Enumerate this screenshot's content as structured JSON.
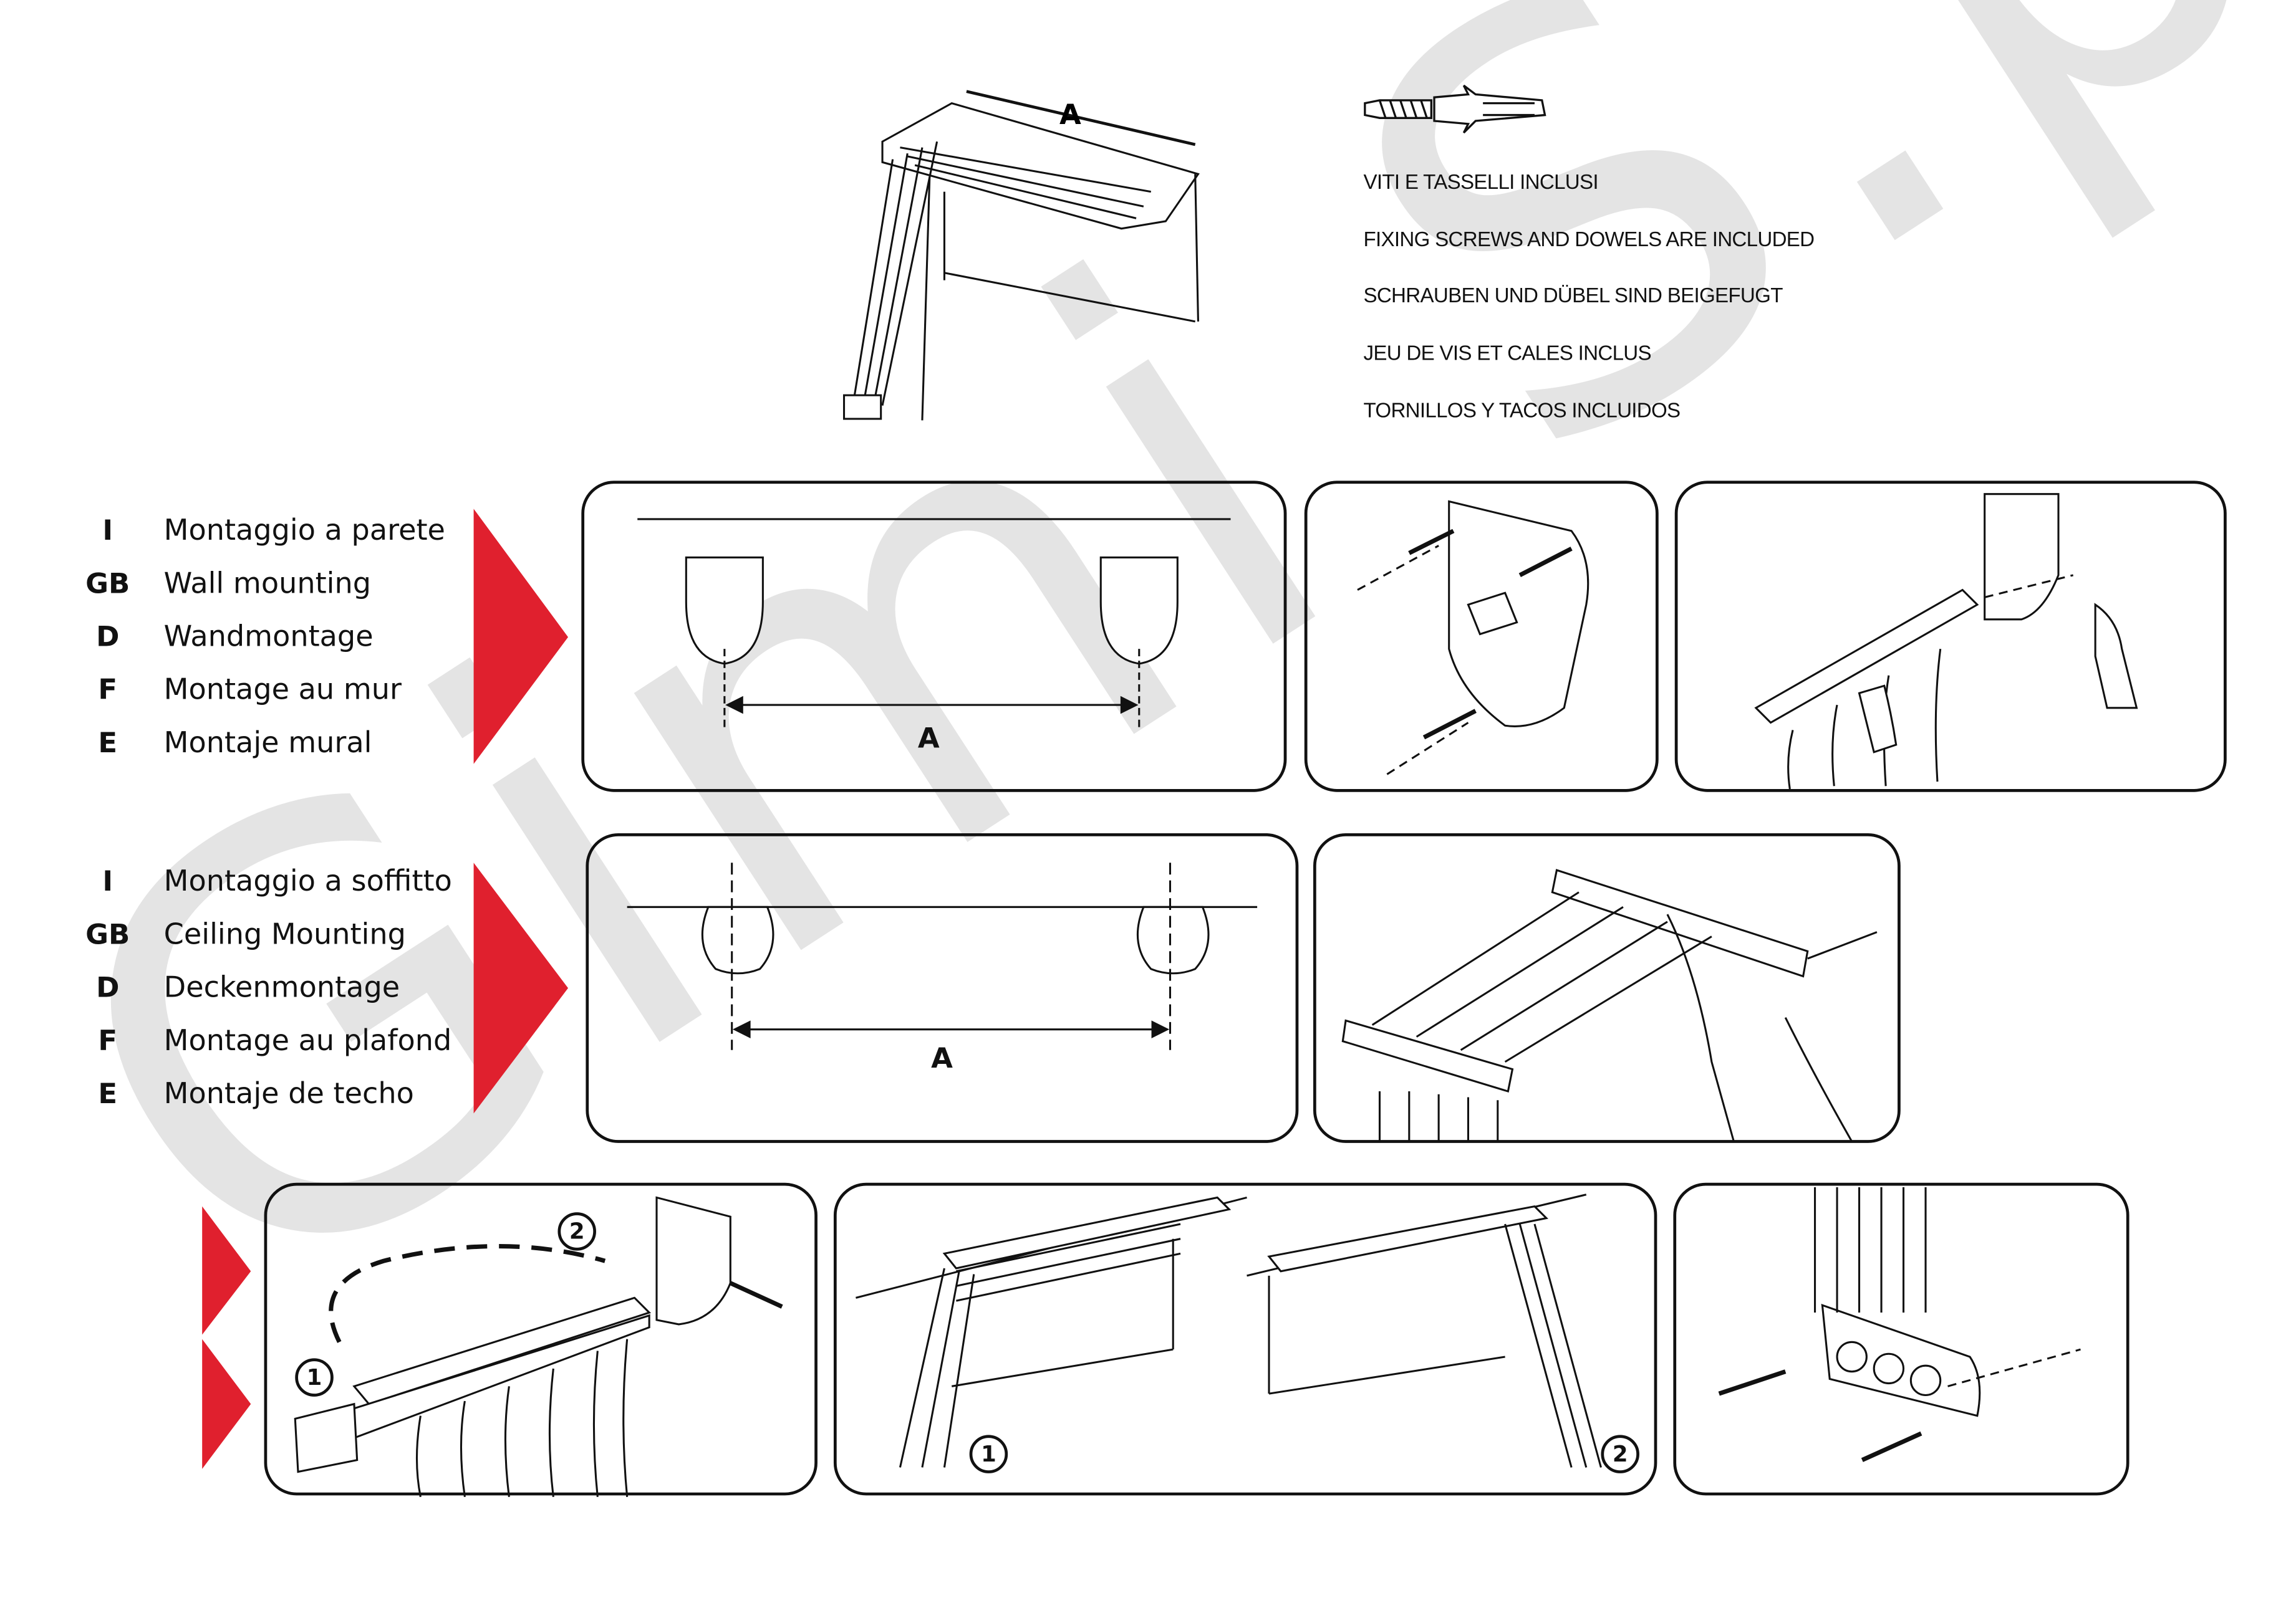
{
  "watermark": "Gimi S.p.A.",
  "header": {
    "dimension_label": "A",
    "included_notes": [
      "VITI E TASSELLI INCLUSI",
      "FIXING SCREWS AND DOWELS ARE INCLUDED",
      "SCHRAUBEN UND DÜBEL SIND BEIGEFUGT",
      "JEU DE VIS ET CALES INCLUS",
      "TORNILLOS Y TACOS INCLUIDOS"
    ]
  },
  "wall_mounting": {
    "languages": [
      {
        "code": "I",
        "label": "Montaggio a parete"
      },
      {
        "code": "GB",
        "label": "Wall mounting"
      },
      {
        "code": "D",
        "label": "Wandmontage"
      },
      {
        "code": "F",
        "label": "Montage au mur"
      },
      {
        "code": "E",
        "label": "Montaje mural"
      }
    ],
    "dimension_label": "A"
  },
  "ceiling_mounting": {
    "languages": [
      {
        "code": "I",
        "label": "Montaggio a soffitto"
      },
      {
        "code": "GB",
        "label": "Ceiling Mounting"
      },
      {
        "code": "D",
        "label": "Deckenmontage"
      },
      {
        "code": "F",
        "label": "Montage au plafond"
      },
      {
        "code": "E",
        "label": "Montaje de techo"
      }
    ],
    "dimension_label": "A"
  },
  "steps": {
    "step1": "1",
    "step2": "2"
  },
  "colors": {
    "accent_red": "#e0202e",
    "watermark": "#e4e4e4"
  }
}
